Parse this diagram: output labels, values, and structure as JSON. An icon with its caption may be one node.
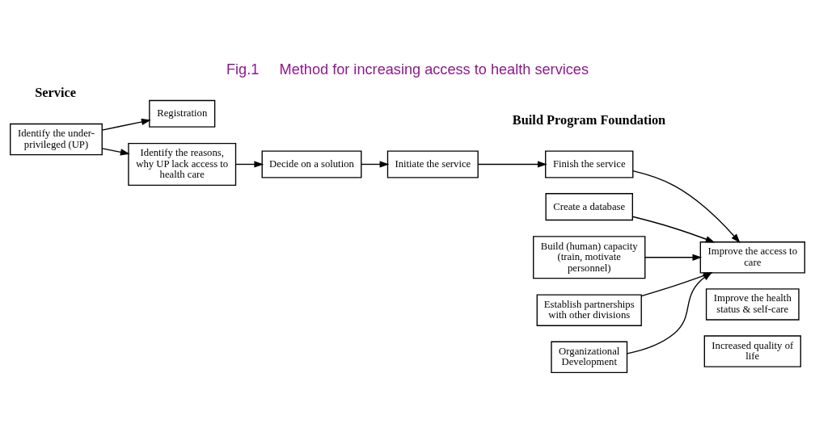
{
  "diagram": {
    "title": "Fig.1     Method for increasing access to health services",
    "nodes": [
      {
        "text": [
          "Identify the under-privileged (UP)"
        ]
      },
      {
        "text": [
          "Registration"
        ]
      },
      {
        "text": [
          "Identify the reasons, why UP lack access to health care"
        ]
      },
      {
        "text": [
          "Decide on a solution"
        ]
      },
      {
        "text": [
          "Initiate the service"
        ]
      },
      {
        "text": [
          "Finish the service"
        ]
      },
      {
        "text": [
          "Improve the access to care"
        ]
      },
      {
        "text": [
          "Create a database"
        ]
      },
      {
        "text": [
          "Build (human) capacity (train, motivate personnel)"
        ]
      },
      {
        "text": [
          "Establish partnerships with other divisions"
        ]
      },
      {
        "text": [
          "Organizational Development"
        ]
      },
      {
        "text": [
          "Improve the health status & self-care"
        ]
      },
      {
        "text": [
          "Increased quality of life"
        ]
      }
    ],
    "edges": [
      {
        "from": 0,
        "to": 1,
        "arrow": "to"
      },
      {
        "from": 0,
        "to": 2,
        "arrow": "to"
      },
      {
        "from": 2,
        "to": 3,
        "arrow": "to"
      },
      {
        "from": 3,
        "to": 4,
        "arrow": "to"
      },
      {
        "from": 4,
        "to": 5,
        "arrow": "to"
      },
      {
        "from": 5,
        "to": 6,
        "arrow": "to"
      },
      {
        "from": 7,
        "to": 6,
        "arrow": "to"
      },
      {
        "from": 8,
        "to": 6,
        "arrow": "to"
      },
      {
        "from": 9,
        "to": 6,
        "arrow": "to"
      },
      {
        "from": 10,
        "to": 6,
        "arrow": "to"
      }
    ],
    "labels": [
      "Service",
      "Build Program Foundation"
    ]
  }
}
